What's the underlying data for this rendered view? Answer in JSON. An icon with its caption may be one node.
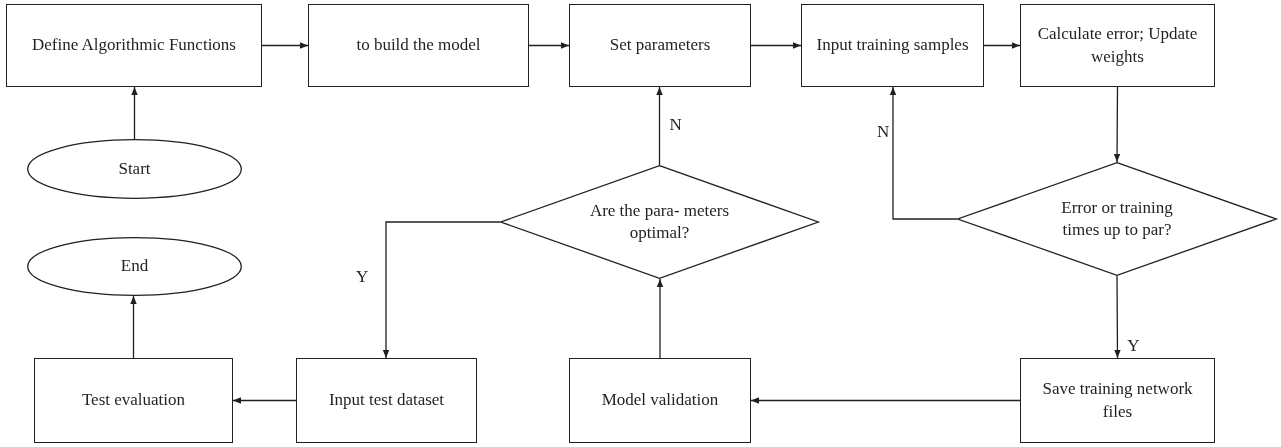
{
  "diagram": {
    "nodes": [
      {
        "text": [
          "Define Algorithmic Functions"
        ]
      },
      {
        "text": [
          "to build the model"
        ]
      },
      {
        "text": [
          "Set parameters"
        ]
      },
      {
        "text": [
          "Input training samples"
        ]
      },
      {
        "text": [
          "Calculate error; Update weights"
        ]
      },
      {
        "text": [
          "Start"
        ]
      },
      {
        "text": [
          "Are the para- meters optimal?"
        ]
      },
      {
        "text": [
          "Error or training times up to par?"
        ]
      },
      {
        "text": [
          "End"
        ]
      },
      {
        "text": [
          "Test evaluation"
        ]
      },
      {
        "text": [
          "Input test dataset"
        ]
      },
      {
        "text": [
          "Model validation"
        ]
      },
      {
        "text": [
          "Save training network files"
        ]
      }
    ],
    "edges": [
      {
        "from": 5,
        "to": 0,
        "arrow": "to"
      },
      {
        "from": 0,
        "to": 1,
        "arrow": "to"
      },
      {
        "from": 1,
        "to": 2,
        "arrow": "to"
      },
      {
        "from": 2,
        "to": 3,
        "arrow": "to"
      },
      {
        "from": 3,
        "to": 4,
        "arrow": "to"
      },
      {
        "from": 4,
        "to": 7,
        "arrow": "to"
      },
      {
        "from": 7,
        "to": 3,
        "label": "N",
        "arrow": "to"
      },
      {
        "from": 7,
        "to": 12,
        "label": "Y",
        "arrow": "to"
      },
      {
        "from": 12,
        "to": 11,
        "arrow": "to"
      },
      {
        "from": 11,
        "to": 6,
        "arrow": "to"
      },
      {
        "from": 6,
        "to": 2,
        "label": "N",
        "arrow": "to"
      },
      {
        "from": 6,
        "to": 10,
        "label": "Y",
        "arrow": "to"
      },
      {
        "from": 10,
        "to": 9,
        "arrow": "to"
      },
      {
        "from": 9,
        "to": 8,
        "arrow": "to"
      }
    ]
  }
}
